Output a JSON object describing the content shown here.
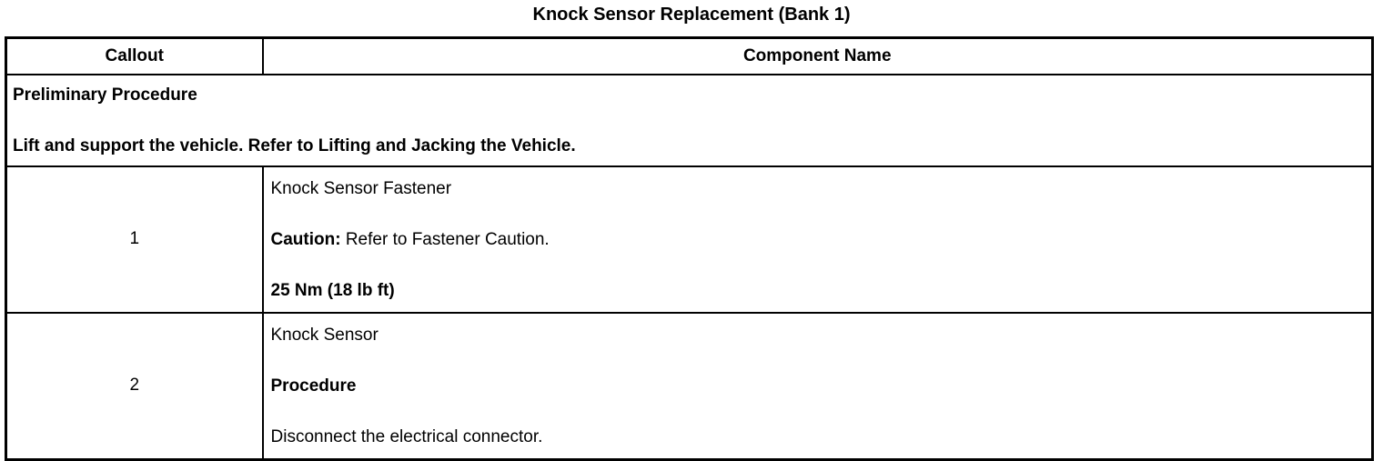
{
  "title": "Knock Sensor Replacement (Bank 1)",
  "table": {
    "headers": [
      "Callout",
      "Component Name"
    ],
    "preliminary": {
      "heading": "Preliminary Procedure",
      "instruction": "Lift and support the vehicle. Refer to Lifting and Jacking the Vehicle."
    },
    "rows": [
      {
        "callout": "1",
        "component": "Knock Sensor Fastener",
        "caution_label": "Caution:",
        "caution_text": " Refer to Fastener Caution.",
        "torque": "25 Nm (18 lb ft)"
      },
      {
        "callout": "2",
        "component": "Knock Sensor",
        "procedure_heading": "Procedure",
        "procedure_step": "Disconnect the electrical connector."
      }
    ]
  }
}
